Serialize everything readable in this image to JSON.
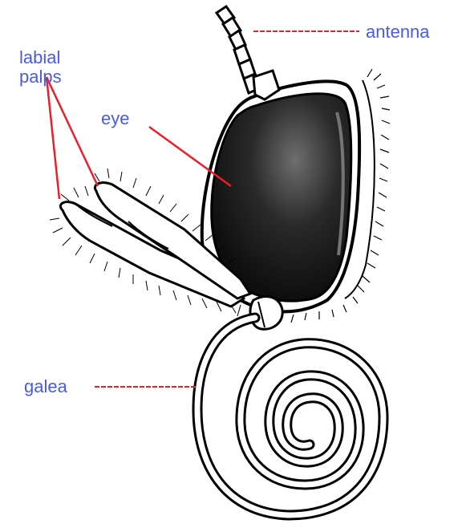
{
  "labels": {
    "antenna": "antenna",
    "labial_palps_line1": "labial",
    "labial_palps_line2": "palps",
    "eye": "eye",
    "galea": "galea"
  },
  "colors": {
    "label_text": "#4a5be0",
    "leader_line": "#e8202a",
    "outline": "#000000",
    "eye_fill": "#1a1a1a",
    "eye_highlight": "#6a6a6a"
  }
}
